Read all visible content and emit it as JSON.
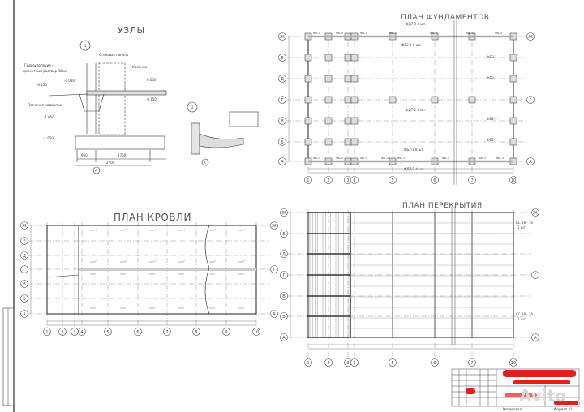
{
  "sheet": {
    "nodes_title": "УЗЛЫ",
    "node1": {
      "number": "1",
      "wall_panel": "Стеновая панель",
      "column": "Колонна",
      "waterproofing_1": "Гидроизоляция –",
      "waterproofing_2": "цементный раствор 30мм",
      "sand_bed": "Песчаная подсыпка",
      "levels": [
        "-0.150",
        "-0.030",
        "0.000",
        "-0.150",
        "-1.050",
        "-1.950"
      ],
      "dims": [
        "950",
        "1750",
        "2700"
      ],
      "axis": "А"
    },
    "node2": {
      "number": "2",
      "axis": "А"
    },
    "foundation_plan": {
      "title": "ПЛАН ФУНДАМЕНТОВ",
      "rows": [
        "Ж",
        "Е",
        "Д",
        "Г",
        "В",
        "Б",
        "А"
      ],
      "cols": [
        "1",
        "2",
        "3",
        "4",
        "5",
        "6",
        "7",
        "10"
      ],
      "marks": [
        "ФБ-4",
        "ФБ-4",
        "ФБ-4",
        "ФБ-3",
        "ФБ-3",
        "ФБ-3",
        "ФБ-3",
        "ФБ-3"
      ],
      "notes": [
        "ФД7-3 4 шт.",
        "ФБ2-1 8 шт.",
        "ФД7-2 4 шт.",
        "ФБ2-1 8 шт.",
        "ФД7-2 4 шт.",
        "ФБ2-1",
        "ФБ2-1",
        "ФБ2-1",
        "ФБ2-1"
      ]
    },
    "roof_plan": {
      "title": "ПЛАН КРОВЛИ",
      "rows": [
        "Ж",
        "Е",
        "Д",
        "Г",
        "В",
        "Б",
        "А"
      ],
      "cols": [
        "1",
        "2",
        "3",
        "4",
        "5",
        "6",
        "7",
        "8",
        "9",
        "10"
      ]
    },
    "floor_plan": {
      "title": "ПЛАН ПЕРЕКРЫТИЯ",
      "rows": [
        "Ж",
        "Е",
        "Д",
        "Г",
        "В",
        "Б",
        "А"
      ],
      "cols": [
        "1",
        "2",
        "3",
        "4",
        "5",
        "6",
        "7",
        "10"
      ],
      "notes": [
        "КС 18 - 1б",
        "1 шт.",
        "КС 18 - 1б",
        "1 шт."
      ]
    },
    "title_block": {
      "format": "Формат А1",
      "copied": "Копировал"
    },
    "colors": {
      "line": "#333333",
      "redaction": "#e0201c",
      "hatch": "#bbbbbb"
    }
  }
}
